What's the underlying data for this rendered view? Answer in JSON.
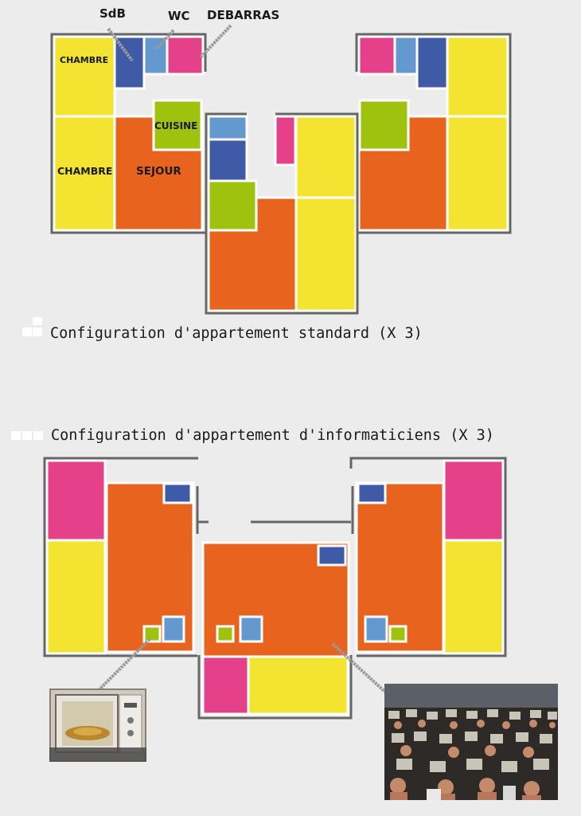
{
  "colors": {
    "background": "#ececec",
    "wall": "#666666",
    "bedroom": "#f2e430",
    "living": "#e8631e",
    "kitchen": "#9fc20e",
    "bath": "#3f5ba8",
    "wc": "#6499cf",
    "storage": "#e5418b",
    "pointer": "#9a9a9a"
  },
  "labels": {
    "sdb": "SdB",
    "wc": "WC",
    "debarras": "DEBARRAS",
    "chambre_top": "CHAMBRE",
    "chambre_bottom": "CHAMBRE",
    "cuisine": "CUISINE",
    "sejour": "SEJOUR"
  },
  "captions": {
    "standard": "Configuration d'appartement standard (X 3)",
    "informaticiens": "Configuration d'appartement d'informaticiens (X 3)"
  },
  "photos": {
    "microwave": "microwave-photo",
    "lan_party": "lan-party-photo"
  }
}
